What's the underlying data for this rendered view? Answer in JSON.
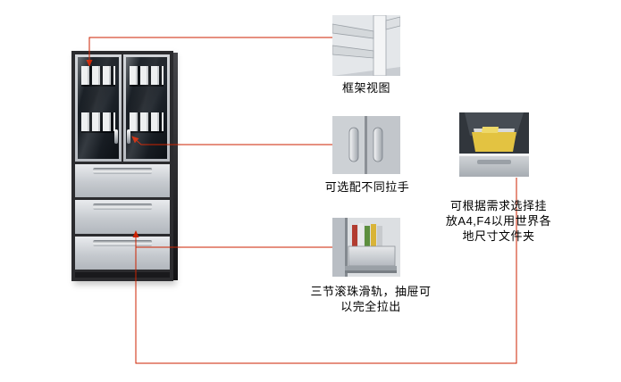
{
  "colors": {
    "connector": "#cc2200",
    "cabinet_frame": "#2b2b2e",
    "cabinet_drawer": "#c6cacf",
    "door_glass": "#12171d",
    "folder_yellow": "#e3c341"
  },
  "callouts": {
    "frame_view": {
      "label": "框架视图"
    },
    "handles": {
      "label": "可选配不同拉手"
    },
    "hanging_files": {
      "lines": [
        "可根据需求选择挂",
        "放A4,F4以用世界各",
        "地尺寸文件夹"
      ]
    },
    "drawer_slides": {
      "lines": [
        "三节滚珠滑轨，抽屉可",
        "以完全拉出"
      ]
    }
  }
}
